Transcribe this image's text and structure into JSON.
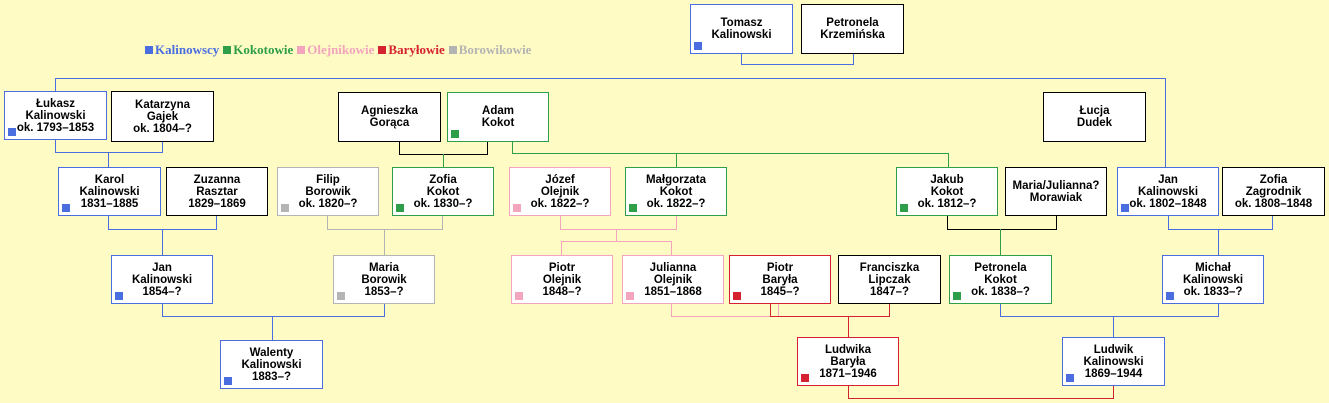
{
  "colors": {
    "kalinowscy": "#4a6ee0",
    "kokotowie": "#2e9e48",
    "olejnikowie": "#f2a5bd",
    "barylowie": "#d42230",
    "borowikowie": "#b4b4b4",
    "none": "#000000"
  },
  "legend": [
    {
      "label": "Kalinowscy",
      "family": "kalinowscy"
    },
    {
      "label": "Kokotowie",
      "family": "kokotowie"
    },
    {
      "label": "Olejnikowie",
      "family": "olejnikowie"
    },
    {
      "label": "Baryłowie",
      "family": "barylowie"
    },
    {
      "label": "Borowikowie",
      "family": "borowikowie"
    }
  ],
  "people": [
    {
      "id": "tomasz",
      "lines": [
        "Tomasz",
        "Kalinowski"
      ],
      "family": "kalinowscy"
    },
    {
      "id": "petronela-k",
      "lines": [
        "Petronela",
        "Krzemińska"
      ],
      "family": "none"
    },
    {
      "id": "lukasz",
      "lines": [
        "Łukasz",
        "Kalinowski",
        "ok. 1793–1853"
      ],
      "family": "kalinowscy"
    },
    {
      "id": "katarzyna",
      "lines": [
        "Katarzyna",
        "Gajek",
        "ok. 1804–?"
      ],
      "family": "none"
    },
    {
      "id": "agnieszka",
      "lines": [
        "Agnieszka",
        "Gorąca"
      ],
      "family": "none"
    },
    {
      "id": "adam",
      "lines": [
        "Adam",
        "Kokot"
      ],
      "family": "kokotowie"
    },
    {
      "id": "lucja",
      "lines": [
        "Łucja",
        "Dudek"
      ],
      "family": "none"
    },
    {
      "id": "karol",
      "lines": [
        "Karol",
        "Kalinowski",
        "1831–1885"
      ],
      "family": "kalinowscy"
    },
    {
      "id": "zuzanna",
      "lines": [
        "Zuzanna",
        "Rasztar",
        "1829–1869"
      ],
      "family": "none"
    },
    {
      "id": "filip",
      "lines": [
        "Filip",
        "Borowik",
        "ok. 1820–?"
      ],
      "family": "borowikowie"
    },
    {
      "id": "zofia-kokot",
      "lines": [
        "Zofia",
        "Kokot",
        "ok. 1830–?"
      ],
      "family": "kokotowie"
    },
    {
      "id": "jozef",
      "lines": [
        "Józef",
        "Olejnik",
        "ok. 1822–?"
      ],
      "family": "olejnikowie"
    },
    {
      "id": "malgorzata",
      "lines": [
        "Małgorzata",
        "Kokot",
        "ok. 1822–?"
      ],
      "family": "kokotowie"
    },
    {
      "id": "jakub",
      "lines": [
        "Jakub",
        "Kokot",
        "ok. 1812–?"
      ],
      "family": "kokotowie"
    },
    {
      "id": "maria-morawiak",
      "lines": [
        "Maria/Julianna?",
        "Morawiak"
      ],
      "family": "none"
    },
    {
      "id": "jan-1802",
      "lines": [
        "Jan",
        "Kalinowski",
        "ok. 1802–1848"
      ],
      "family": "kalinowscy"
    },
    {
      "id": "zofia-zagrodnik",
      "lines": [
        "Zofia",
        "Zagrodnik",
        "ok. 1808–1848"
      ],
      "family": "none"
    },
    {
      "id": "jan-1854",
      "lines": [
        "Jan",
        "Kalinowski",
        "1854–?"
      ],
      "family": "kalinowscy"
    },
    {
      "id": "maria-borowik",
      "lines": [
        "Maria",
        "Borowik",
        "1853–?"
      ],
      "family": "borowikowie"
    },
    {
      "id": "piotr-olejnik",
      "lines": [
        "Piotr",
        "Olejnik",
        "1848–?"
      ],
      "family": "olejnikowie"
    },
    {
      "id": "julianna",
      "lines": [
        "Julianna",
        "Olejnik",
        "1851–1868"
      ],
      "family": "olejnikowie"
    },
    {
      "id": "piotr-baryla",
      "lines": [
        "Piotr",
        "Baryła",
        "1845–?"
      ],
      "family": "barylowie"
    },
    {
      "id": "franciszka",
      "lines": [
        "Franciszka",
        "Lipczak",
        "1847–?"
      ],
      "family": "none"
    },
    {
      "id": "petronela-kokot",
      "lines": [
        "Petronela",
        "Kokot",
        "ok. 1838–?"
      ],
      "family": "kokotowie"
    },
    {
      "id": "michal",
      "lines": [
        "Michał",
        "Kalinowski",
        "ok. 1833–?"
      ],
      "family": "kalinowscy"
    },
    {
      "id": "walenty",
      "lines": [
        "Walenty",
        "Kalinowski",
        "1883–?"
      ],
      "family": "kalinowscy"
    },
    {
      "id": "ludwika",
      "lines": [
        "Ludwika",
        "Baryła",
        "1871–1946"
      ],
      "family": "barylowie"
    },
    {
      "id": "ludwik",
      "lines": [
        "Ludwik",
        "Kalinowski",
        "1869–1944"
      ],
      "family": "kalinowscy"
    }
  ]
}
